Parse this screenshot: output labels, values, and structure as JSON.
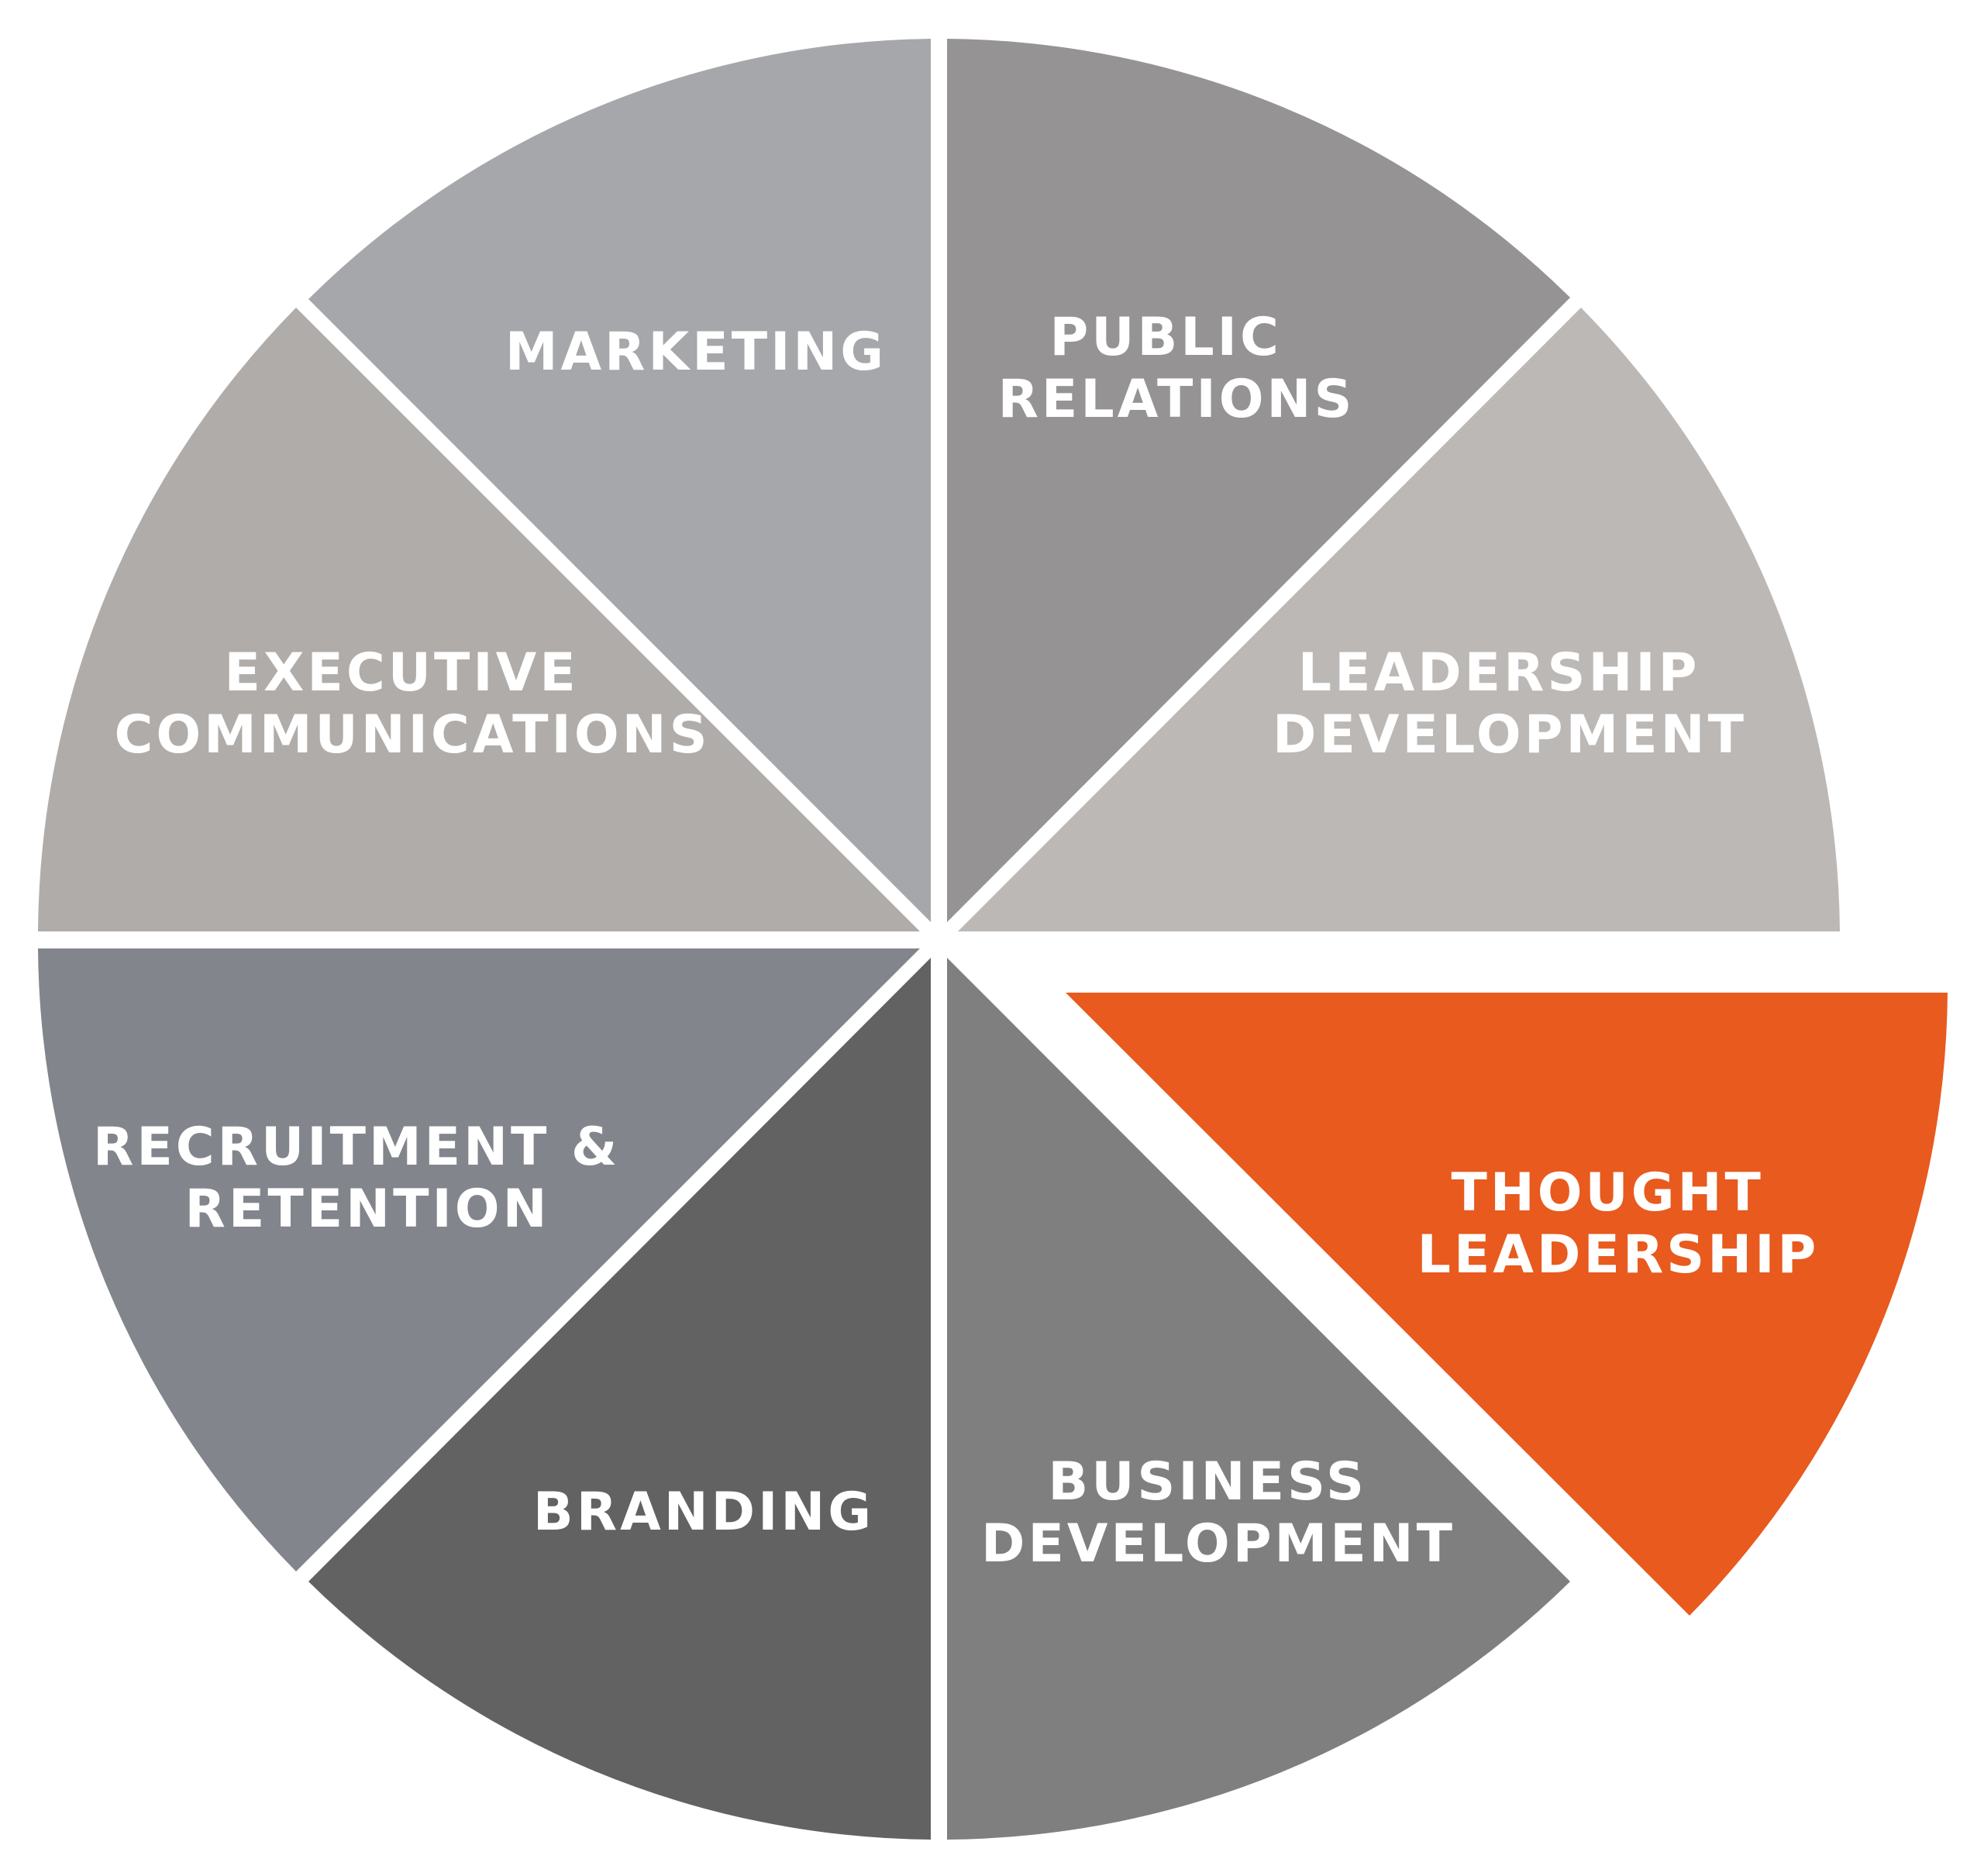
{
  "segments": [
    {
      "id": "marketing",
      "lines": [
        "MARKETING"
      ],
      "color": "#a6a7aa",
      "highlighted": false
    },
    {
      "id": "public-relations",
      "lines": [
        "PUBLIC",
        "RELATIONS"
      ],
      "color": "#959394",
      "highlighted": false
    },
    {
      "id": "leadership-development",
      "lines": [
        "LEADERSHIP",
        "DEVELOPMENT"
      ],
      "color": "#bcb8b6",
      "highlighted": false
    },
    {
      "id": "thought-leadership",
      "lines": [
        "THOUGHT",
        "LEADERSHIP"
      ],
      "color": "#e85a1e",
      "highlighted": true
    },
    {
      "id": "business-development",
      "lines": [
        "BUSINESS",
        "DEVELOPMENT"
      ],
      "color": "#7f7f7f",
      "highlighted": false
    },
    {
      "id": "branding",
      "lines": [
        "BRANDING"
      ],
      "color": "#636263",
      "highlighted": false
    },
    {
      "id": "recruitment-retention",
      "lines": [
        "RECRUITMENT &",
        "RETENTION"
      ],
      "color": "#82858c",
      "highlighted": false
    },
    {
      "id": "executive-communications",
      "lines": [
        "EXECUTIVE",
        "COMMUNICATIONS"
      ],
      "color": "#b0aca9",
      "highlighted": false
    }
  ]
}
